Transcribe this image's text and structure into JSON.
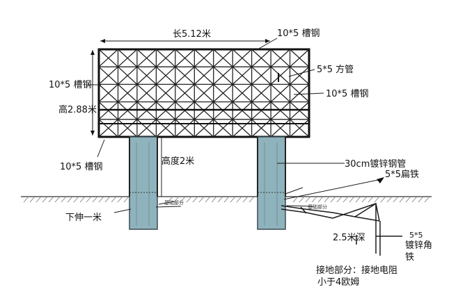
{
  "labels": {
    "length": "长5.12米",
    "channel_top": "10*5 槽钢",
    "square_tube": "5*5 方管",
    "channel_left": "10*5 槽钢",
    "channel_right": "10*5 槽钢",
    "height": "高2.88米",
    "channel_bottom": "10*5 槽钢",
    "pole_height": "高度2米",
    "pipe": "30cm镀锌钢管",
    "flat_iron": "5*5扁铁",
    "extend_down": "下伸一米",
    "foundation_left": "基础部分",
    "foundation_right": "基础部分",
    "depth": "2.5米深",
    "galv_iron_size": "5*5",
    "galv_iron_a": "镀锌角",
    "galv_iron_b": "铁",
    "grounding_1": "接地部分：接地电阻",
    "grounding_2": "小于4欧姆"
  },
  "colors": {
    "pole_fill": "#8fb3bd",
    "pole_stroke": "#3a4a50",
    "frame": "#1a1a1a",
    "leader": "#1a1a1a"
  }
}
